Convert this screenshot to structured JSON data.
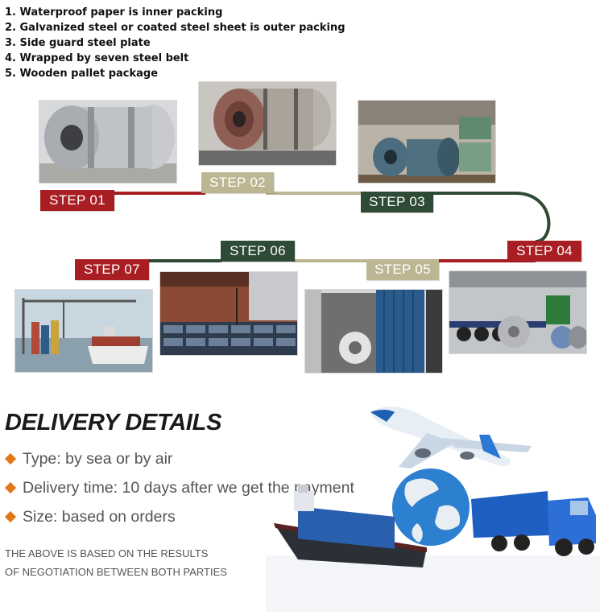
{
  "packing_steps": [
    "1. Waterproof paper is inner packing",
    "2. Galvanized steel or coated steel sheet is outer packing",
    "3. Side guard steel plate",
    "4. Wrapped by seven steel belt",
    "5. Wooden pallet package"
  ],
  "steps": {
    "step01": {
      "label": "STEP 01",
      "color": "#a81e22"
    },
    "step02": {
      "label": "STEP 02",
      "color": "#bdb692"
    },
    "step03": {
      "label": "STEP 03",
      "color": "#2e4b35"
    },
    "step04": {
      "label": "STEP 04",
      "color": "#a81e22"
    },
    "step05": {
      "label": "STEP 05",
      "color": "#bdb692"
    },
    "step06": {
      "label": "STEP 06",
      "color": "#2e4b35"
    },
    "step07": {
      "label": "STEP 07",
      "color": "#a81e22"
    }
  },
  "photos": [
    {
      "name": "photo-steel-coils-wrapped",
      "icon": "steel-coil-icon"
    },
    {
      "name": "photo-coil-outer-packing",
      "icon": "steel-coil-icon"
    },
    {
      "name": "photo-coils-warehouse",
      "icon": "steel-coil-icon"
    },
    {
      "name": "photo-coils-on-truck",
      "icon": "truck-icon"
    },
    {
      "name": "photo-container-loading",
      "icon": "container-icon"
    },
    {
      "name": "photo-sheets-in-hold",
      "icon": "ship-hold-icon"
    },
    {
      "name": "photo-container-port",
      "icon": "port-crane-icon"
    }
  ],
  "delivery": {
    "title": "DELIVERY DETAILS",
    "items": [
      "Type: by sea or by air",
      "Delivery time: 10 days after we get the payment",
      "Size: based on orders"
    ],
    "note_line1": "THE ABOVE IS BASED ON THE RESULTS",
    "note_line2": "OF NEGOTIATION BETWEEN BOTH PARTIES",
    "bullet_color": "#e27818"
  }
}
